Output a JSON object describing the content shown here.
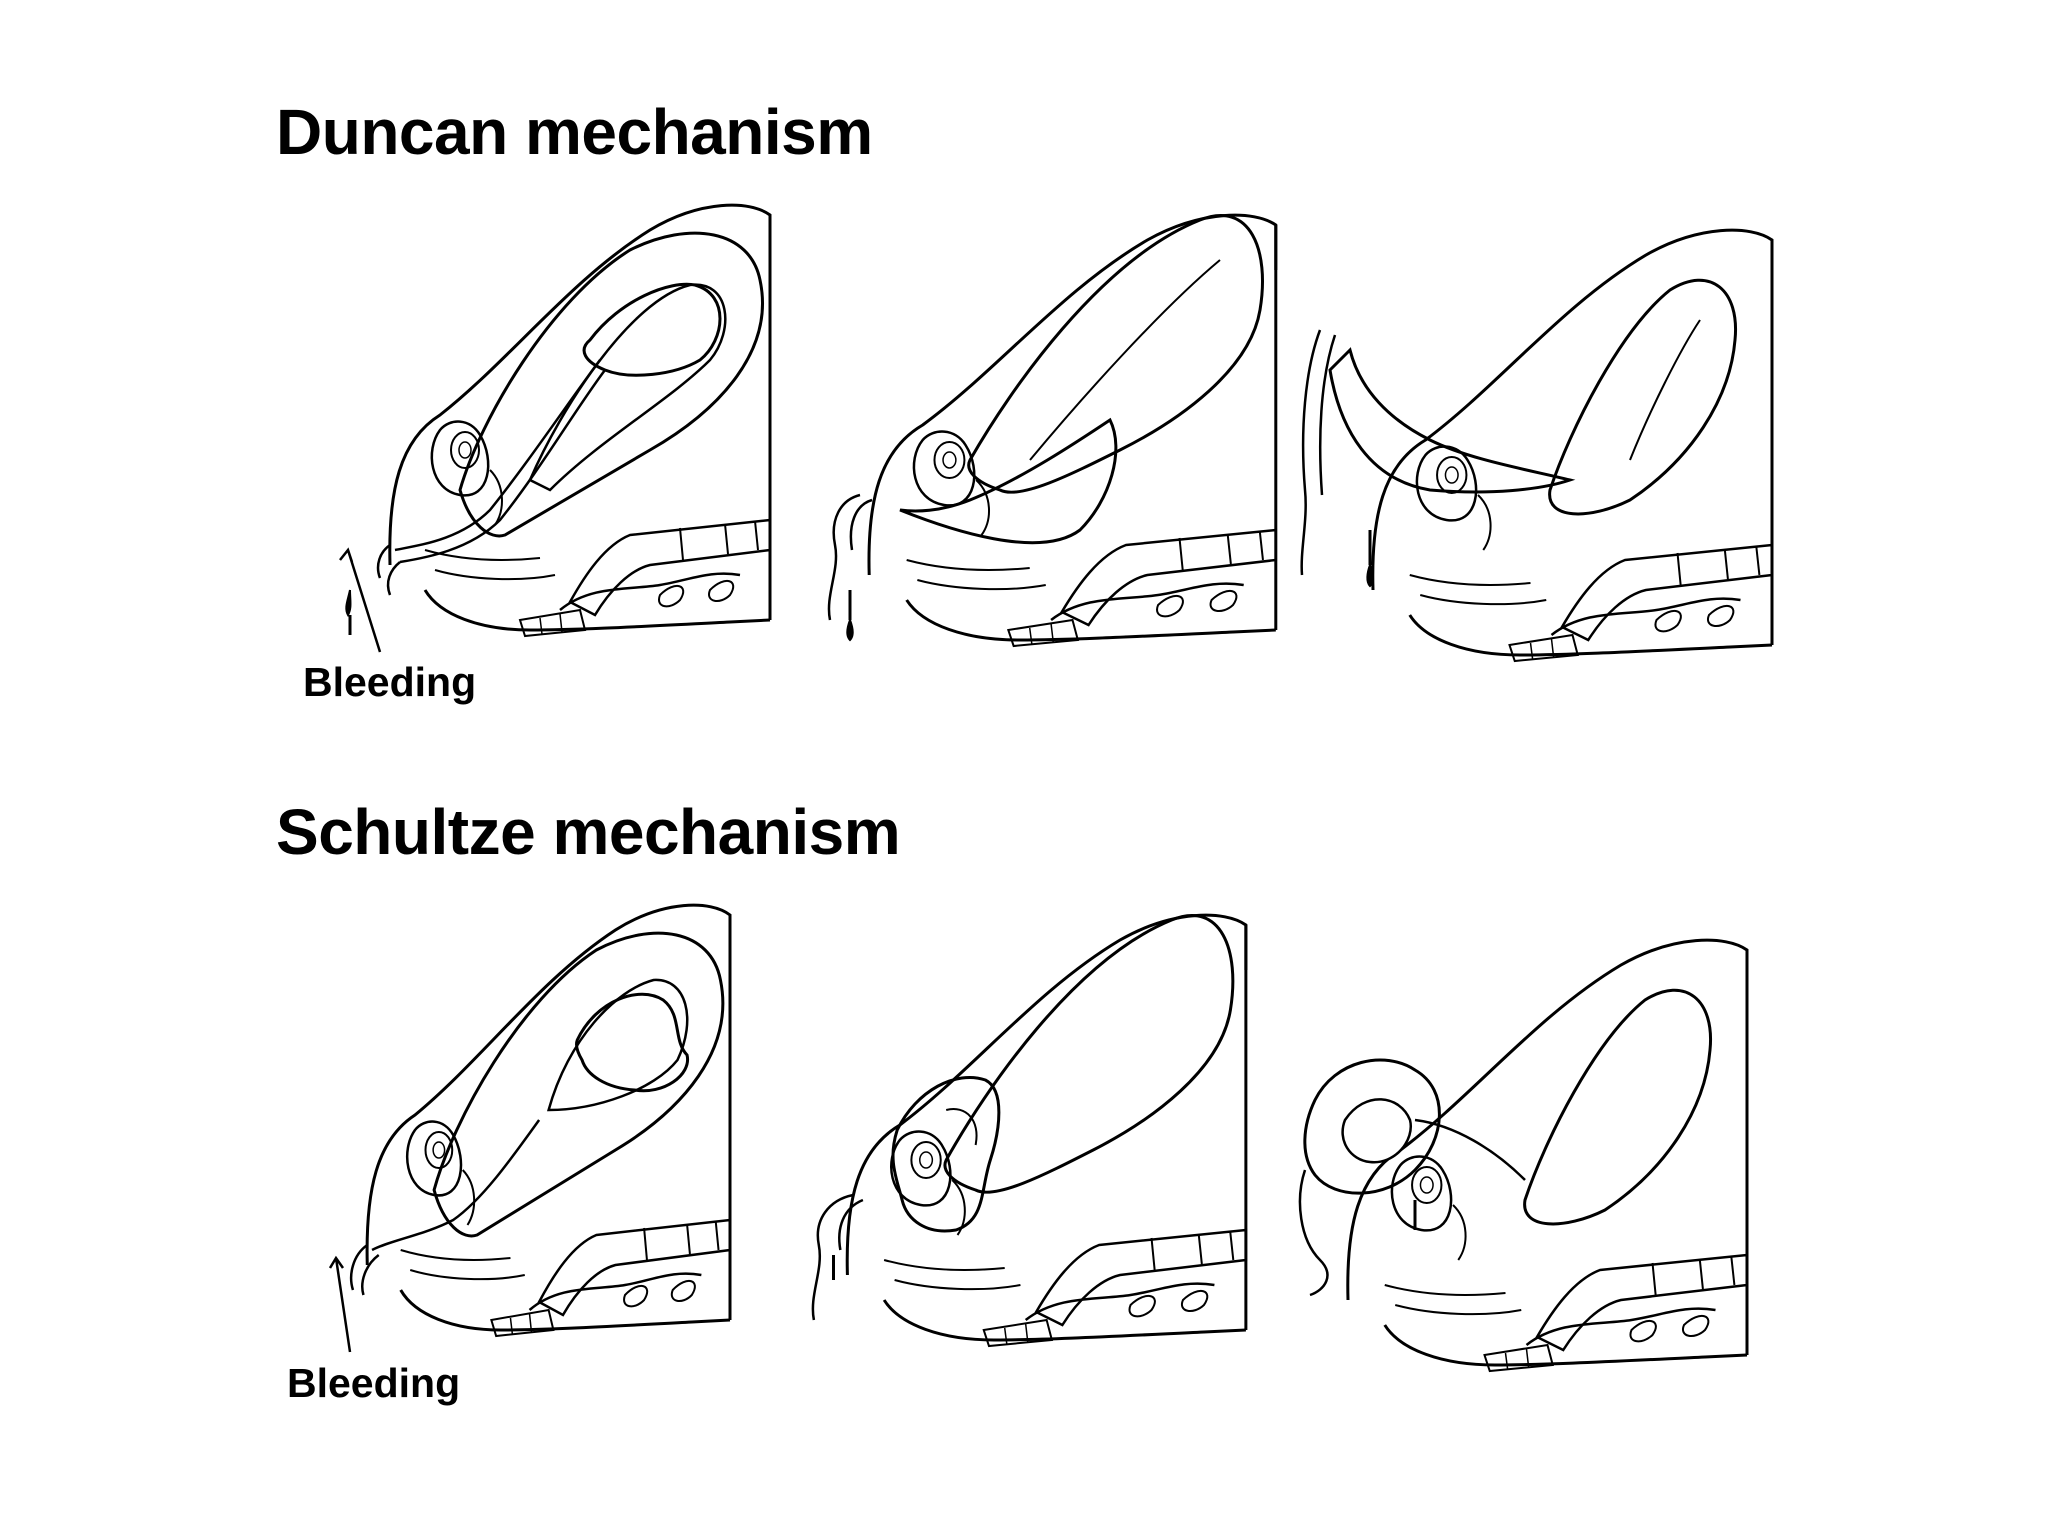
{
  "sections": [
    {
      "title": "Duncan mechanism",
      "label": "Bleeding"
    },
    {
      "title": "Schultze mechanism",
      "label": "Bleeding"
    }
  ]
}
